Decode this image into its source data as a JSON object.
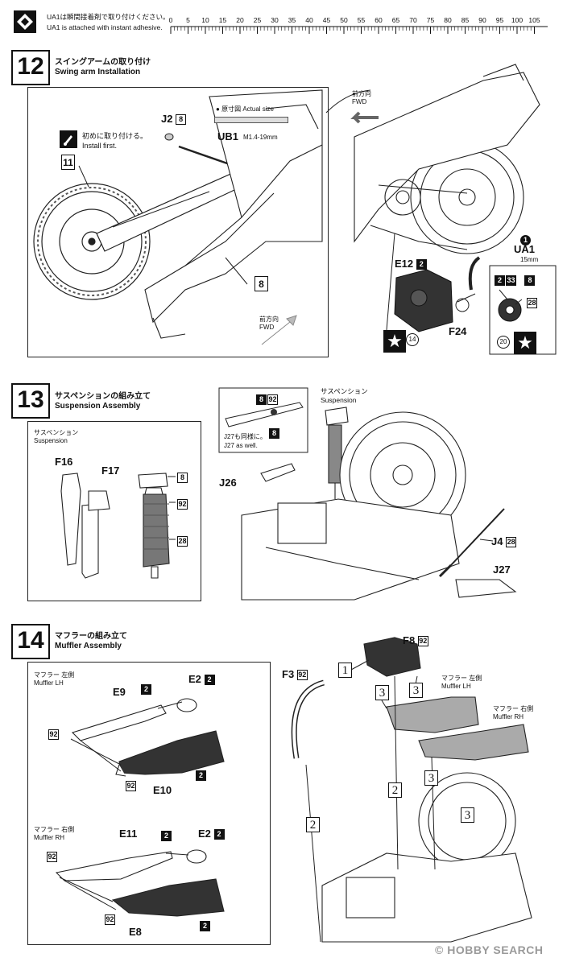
{
  "header": {
    "note_jp": "UA1は瞬間接着剤で取り付けください。",
    "note_en": "UA1 is attached with instant adhesive.",
    "ruler_ticks": [
      "0",
      "5",
      "10",
      "15",
      "20",
      "25",
      "30",
      "35",
      "40",
      "45",
      "50",
      "55",
      "60",
      "65",
      "70",
      "75",
      "80",
      "85",
      "90",
      "95",
      "100",
      "105"
    ]
  },
  "step12": {
    "number": "12",
    "title_jp": "スイングアームの取り付け",
    "title_en": "Swing arm Installation",
    "actual_size_jp": "原寸図",
    "actual_size_en": "Actual size",
    "ub1_label": "UB1",
    "ub1_size": "M1.4-19mm",
    "j2_label": "J2",
    "j2_badge": "8",
    "install_first_jp": "初めに取り付ける。",
    "install_first_en": "Install first.",
    "ref_11": "11",
    "ref_8": "8",
    "fwd_jp": "前方向",
    "fwd_en": "FWD",
    "fwd2_jp": "前方向",
    "fwd2_en": "FWD",
    "ua1_label": "UA1",
    "ua1_num": "1",
    "ua1_size": "15mm",
    "e12_label": "E12",
    "e12_badge": "2",
    "f24_label": "F24",
    "circle_14": "14",
    "circle_20": "20",
    "bubble_badges": [
      "2",
      "33",
      "8"
    ],
    "bubble_badge_28": "28",
    "star": "★"
  },
  "step13": {
    "number": "13",
    "title_jp": "サスペンションの組み立て",
    "title_en": "Suspension Assembly",
    "susp_jp": "サスペンション",
    "susp_en": "Suspension",
    "susp2_jp": "サスペンション",
    "susp2_en": "Suspension",
    "f16": "F16",
    "f17": "F17",
    "badge_8": "8",
    "badge_92": "92",
    "badge_28": "28",
    "j27_note_jp": "J27も同様に。",
    "j27_note_en": "J27 as well.",
    "inset_badges": [
      "8",
      "92"
    ],
    "inset_badge_8": "8",
    "j26": "J26",
    "j4": "J4",
    "j4_badge": "28",
    "j27": "J27"
  },
  "step14": {
    "number": "14",
    "title_jp": "マフラーの組み立て",
    "title_en": "Muffler Assembly",
    "lh_jp": "マフラー 左側",
    "lh_en": "Muffler LH",
    "rh_jp": "マフラー 右側",
    "rh_en": "Muffler RH",
    "e9": "E9",
    "e9_badge": "2",
    "e2a": "E2",
    "e2a_badge": "2",
    "e10": "E10",
    "e10_badge": "2",
    "e11": "E11",
    "e11_badge": "2",
    "e2b": "E2",
    "e2b_badge": "2",
    "e8": "E8",
    "e8_badge": "2",
    "badge_92": "92",
    "f3": "F3",
    "f3_badge": "92",
    "f8": "F8",
    "f8_badge": "92",
    "right_lh_jp": "マフラー 左側",
    "right_lh_en": "Muffler LH",
    "right_rh_jp": "マフラー 右側",
    "right_rh_en": "Muffler RH",
    "seq": [
      "1",
      "2",
      "3",
      "3",
      "3",
      "3",
      "2"
    ]
  },
  "watermark": "© HOBBY SEARCH"
}
